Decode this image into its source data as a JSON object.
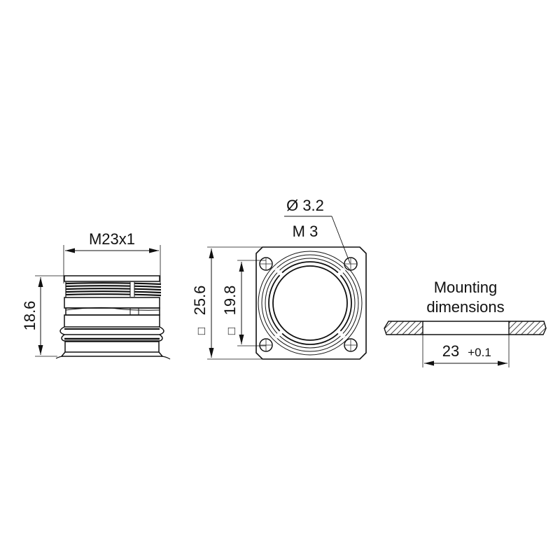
{
  "drawing": {
    "side_view": {
      "thread_label": "M23x1",
      "height_label": "18.6"
    },
    "front_view": {
      "hole_diameter_label": "Ø 3.2",
      "thread_label": "M 3",
      "outer_square_symbol": "□",
      "outer_square_label": "25.6",
      "hole_pitch_symbol": "□",
      "hole_pitch_label": "19.8"
    },
    "mounting": {
      "title_line1": "Mounting",
      "title_line2": "dimensions",
      "cutout_label": "23",
      "tolerance_label": "+0.1"
    }
  },
  "colors": {
    "line": "#111111",
    "background": "#ffffff"
  }
}
